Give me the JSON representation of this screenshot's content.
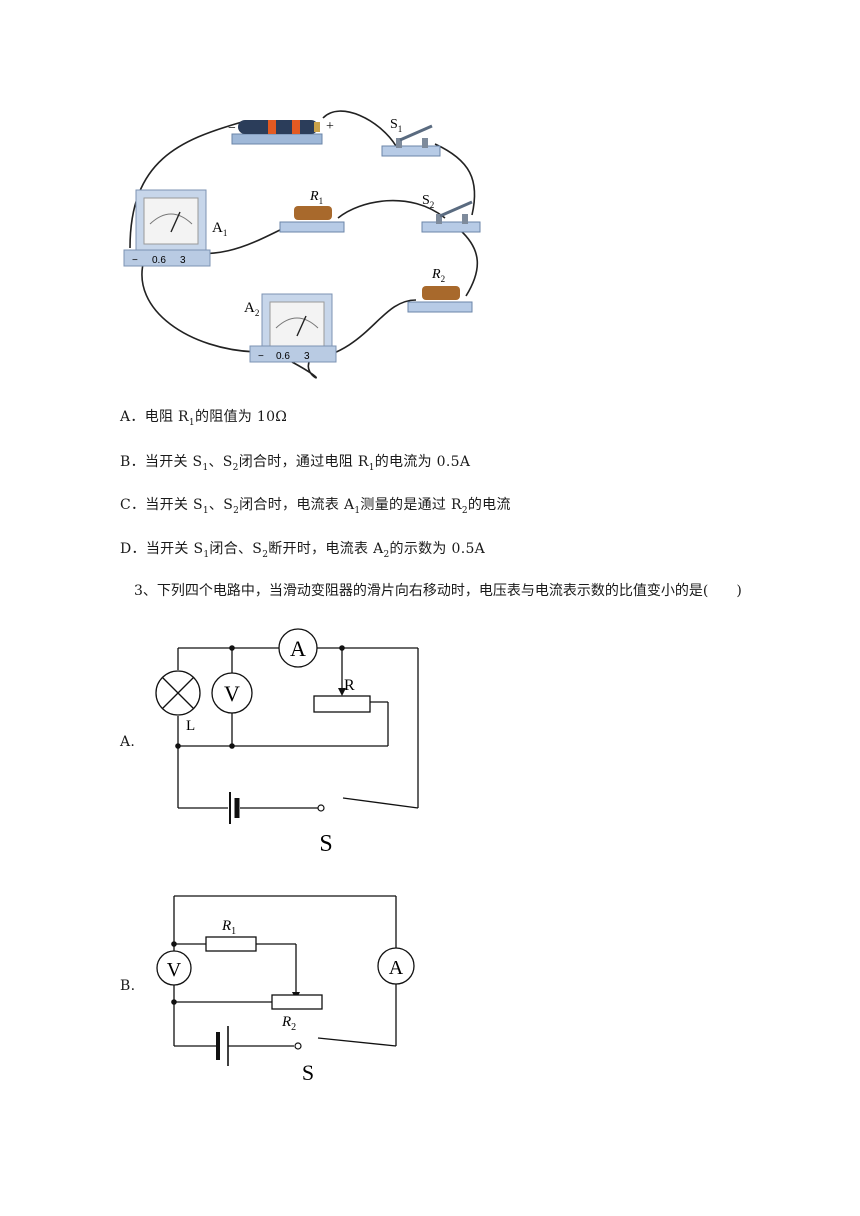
{
  "figure1": {
    "battery_minus": "−",
    "battery_plus": "+",
    "s1": "S",
    "s1_sub": "1",
    "s2": "S",
    "s2_sub": "2",
    "r1": "R",
    "r1_sub": "1",
    "r2": "R",
    "r2_sub": "2",
    "a1": "A",
    "a1_sub": "1",
    "a2": "A",
    "a2_sub": "2",
    "meter_minus": "−",
    "meter_06": "0.6",
    "meter_3": "3"
  },
  "options": {
    "a": {
      "p1": "A．电阻 R",
      "s1": "1",
      "p2": "的阻值为 10Ω"
    },
    "b": {
      "p1": "B．当开关 S",
      "s1": "1",
      "p2": "、S",
      "s2": "2",
      "p3": "闭合时，通过电阻 R",
      "s3": "1",
      "p4": "的电流为 0.5A"
    },
    "c": {
      "p1": "C．当开关 S",
      "s1": "1",
      "p2": "、S",
      "s2": "2",
      "p3": "闭合时，电流表 A",
      "s3": "1",
      "p4": "测量的是通过 R",
      "s4": "2",
      "p5": "的电流"
    },
    "d": {
      "p1": "D．当开关 S",
      "s1": "1",
      "p2": "闭合、S",
      "s2": "2",
      "p3": "断开时，电流表 A",
      "s3": "2",
      "p4": "的示数为 0.5A"
    }
  },
  "question3": {
    "text": "3、下列四个电路中，当滑动变阻器的滑片向右移动时，电压表与电流表示数的比值变小的是(　　)"
  },
  "circuitA": {
    "label": "A.",
    "ammeter": "A",
    "voltmeter": "V",
    "rheostat": "R",
    "lamp": "L",
    "switch": "S"
  },
  "circuitB": {
    "label": "B.",
    "ammeter": "A",
    "voltmeter": "V",
    "r1": "R",
    "r1_sub": "1",
    "r2": "R",
    "r2_sub": "2",
    "switch": "S"
  }
}
